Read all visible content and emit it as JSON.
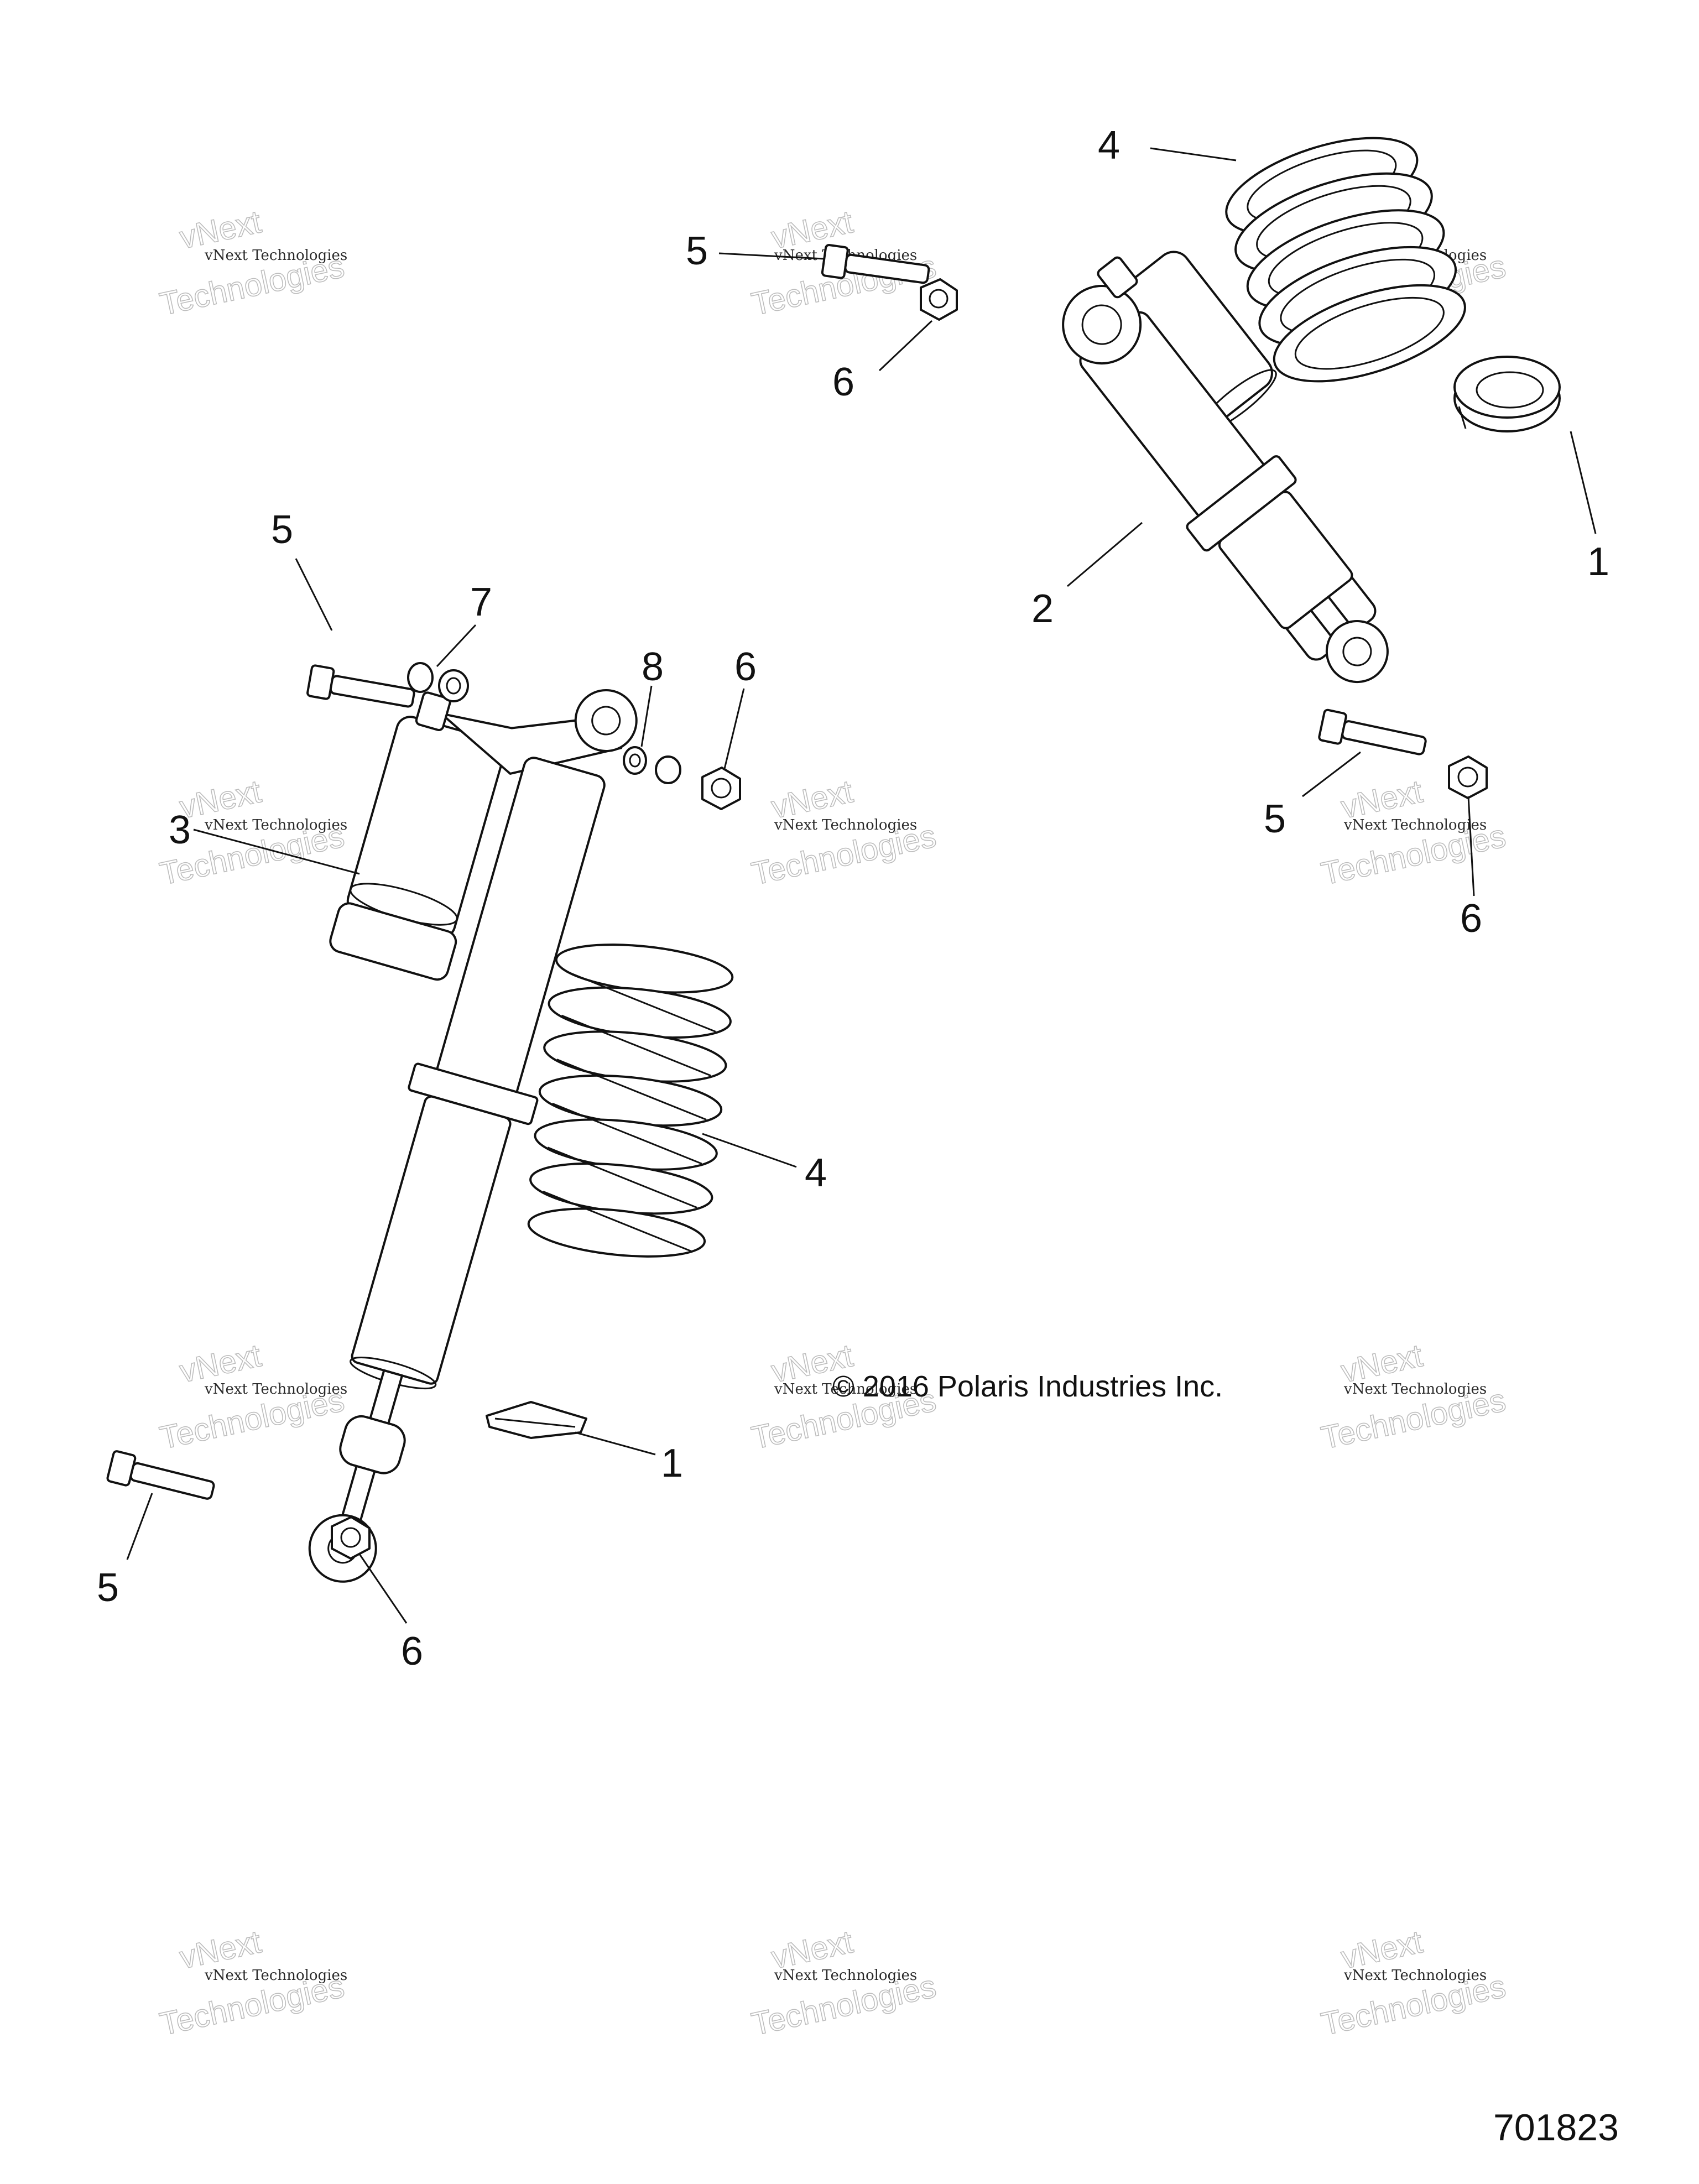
{
  "diagram": {
    "copyright": "© 2016 Polaris Industries Inc.",
    "figure_number": "701823",
    "callouts": [
      {
        "id": "c-4-top",
        "label": "4"
      },
      {
        "id": "c-5-top",
        "label": "5"
      },
      {
        "id": "c-6-top",
        "label": "6"
      },
      {
        "id": "c-1-right",
        "label": "1"
      },
      {
        "id": "c-2",
        "label": "2"
      },
      {
        "id": "c-5-left",
        "label": "5"
      },
      {
        "id": "c-7",
        "label": "7"
      },
      {
        "id": "c-8",
        "label": "8"
      },
      {
        "id": "c-6-mid",
        "label": "6"
      },
      {
        "id": "c-3",
        "label": "3"
      },
      {
        "id": "c-5-right",
        "label": "5"
      },
      {
        "id": "c-6-right",
        "label": "6"
      },
      {
        "id": "c-4-mid",
        "label": "4"
      },
      {
        "id": "c-1-mid",
        "label": "1"
      },
      {
        "id": "c-5-bottom",
        "label": "5"
      },
      {
        "id": "c-6-bottom",
        "label": "6"
      }
    ]
  },
  "watermark": {
    "line_small": "vNext Technologies",
    "word1": "vNext",
    "word2": "Technologies"
  }
}
